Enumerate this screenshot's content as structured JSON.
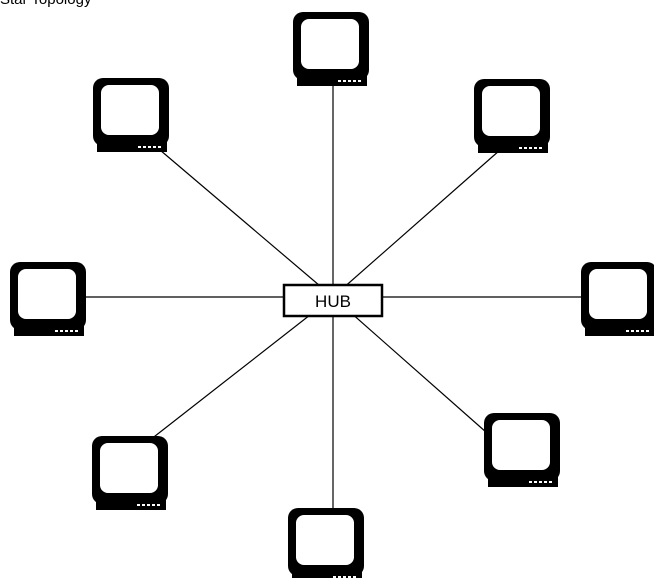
{
  "title": "Star Topology",
  "hub": {
    "label": "HUB"
  },
  "nodes": [
    {
      "name": "top"
    },
    {
      "name": "top-right"
    },
    {
      "name": "right"
    },
    {
      "name": "bottom-right"
    },
    {
      "name": "bottom"
    },
    {
      "name": "bottom-left"
    },
    {
      "name": "left"
    },
    {
      "name": "top-left"
    }
  ],
  "colors": {
    "line": "#000000",
    "screen_fill": "#ffffff",
    "monitor": "#000000",
    "background": "#ffffff"
  }
}
